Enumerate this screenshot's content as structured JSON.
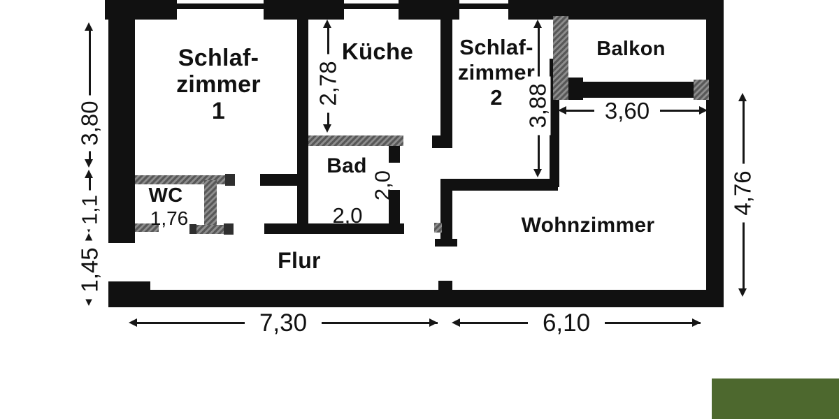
{
  "rooms": {
    "schlafzimmer1": {
      "line1": "Schlaf-",
      "line2": "zimmer",
      "line3": "1"
    },
    "kueche": {
      "label": "Küche"
    },
    "schlafzimmer2": {
      "line1": "Schlaf-",
      "line2": "zimmer",
      "line3": "2"
    },
    "balkon": {
      "label": "Balkon"
    },
    "bad": {
      "label": "Bad"
    },
    "wc": {
      "label": "WC"
    },
    "flur": {
      "label": "Flur"
    },
    "wohnzimmer": {
      "label": "Wohnzimmer"
    }
  },
  "dimensions": {
    "schlafzimmer1_height": "3,80",
    "wc_zone_height": "1,1",
    "entrance_zone_height": "1,45",
    "kueche_depth": "2,78",
    "schlafzimmer2_depth": "3,88",
    "wc_width": "1,76",
    "bad_width": "2,0",
    "bad_depth": "2,0",
    "balkon_width": "3,60",
    "left_section_width": "7,30",
    "right_section_width": "6,10",
    "wohnzimmer_height": "4,76"
  },
  "colors": {
    "wall": "#111111",
    "light_wall": "#7a7a7a",
    "logo_green": "#4d682e",
    "background": "#ffffff"
  }
}
